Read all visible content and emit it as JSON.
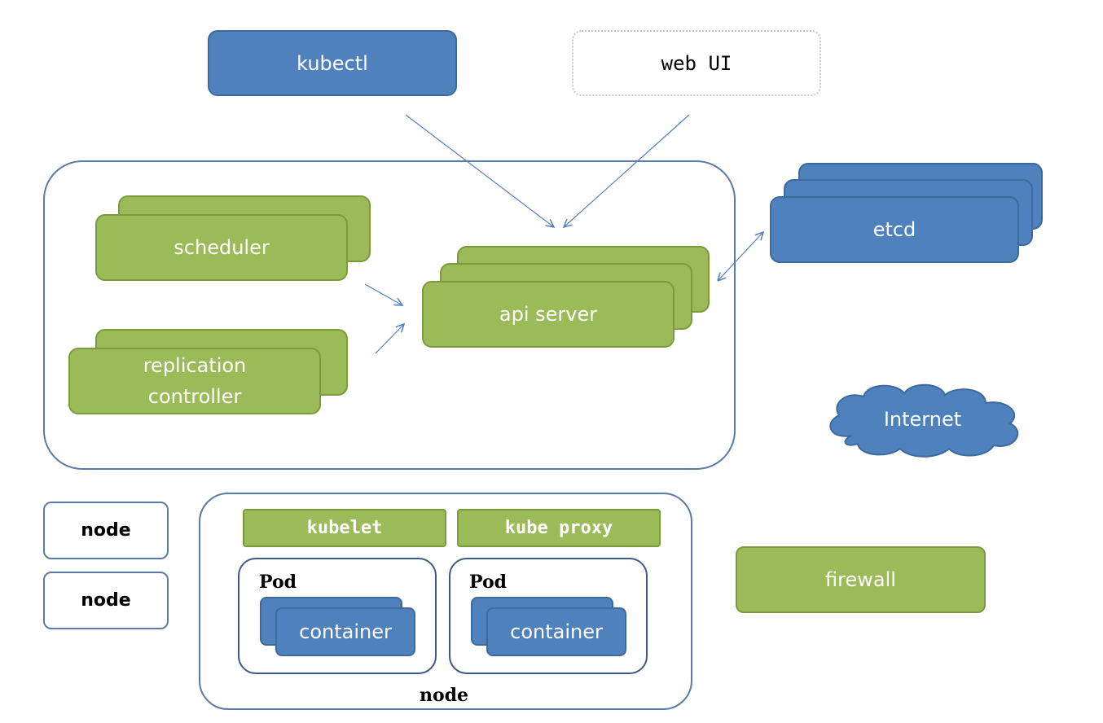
{
  "top": {
    "kubectl": "kubectl",
    "web_ui": "web UI"
  },
  "master": {
    "scheduler": "scheduler",
    "replication_controller_line1": "replication",
    "replication_controller_line2": "controller",
    "api_server": "api server"
  },
  "external": {
    "etcd": "etcd",
    "internet": "Internet",
    "firewall": "firewall"
  },
  "nodes": {
    "node_a": "node",
    "node_b": "node",
    "node_main": "node"
  },
  "node_detail": {
    "kubelet": "kubelet",
    "kube_proxy": "kube proxy",
    "pods": [
      {
        "title": "Pod",
        "container": "container"
      },
      {
        "title": "Pod",
        "container": "container"
      }
    ]
  },
  "colors": {
    "blue": "#4f81bd",
    "green": "#9bbb59",
    "outline": "#5a7ba8"
  }
}
